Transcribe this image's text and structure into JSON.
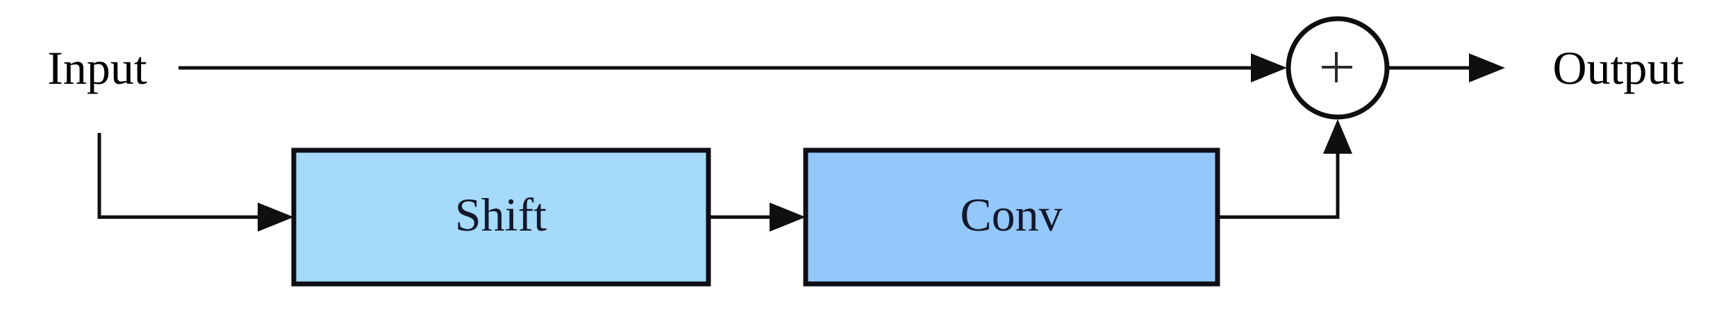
{
  "diagram": {
    "kind": "block-diagram",
    "labels": {
      "input": "Input",
      "shift": "Shift",
      "conv": "Conv",
      "sum": "+",
      "output": "Output"
    },
    "colors": {
      "background": "#ffffff",
      "stroke": "#0f0f0f",
      "box_border": "#0d0d14",
      "shift_fill": "#a5dafb",
      "conv_fill": "#94c7fa",
      "sum_fill": "#ffffff",
      "plus_stroke": "#2b2b2b",
      "node_label_color": "#000000",
      "box_label_color": "#13192b"
    },
    "edges": [
      {
        "from": "Input",
        "to": "Shift"
      },
      {
        "from": "Shift",
        "to": "Conv"
      },
      {
        "from": "Conv",
        "to": "+"
      },
      {
        "from": "Input",
        "to": "+"
      },
      {
        "from": "+",
        "to": "Output"
      }
    ]
  }
}
